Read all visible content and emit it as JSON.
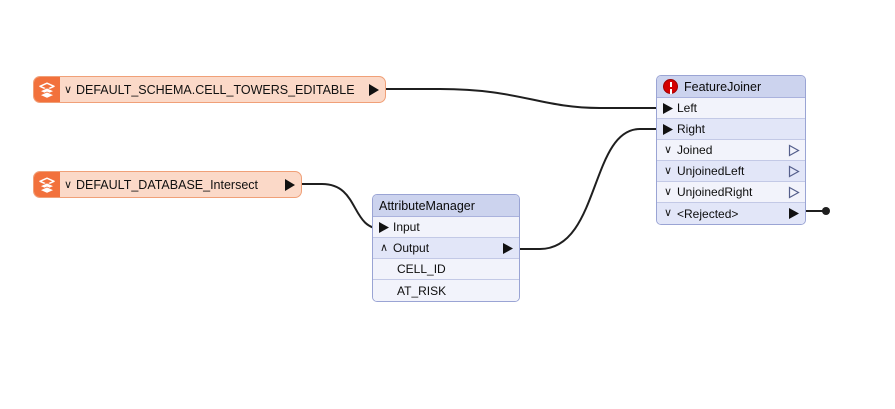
{
  "canvas": {
    "background": "#ffffff",
    "wire_color": "#1f1f1f"
  },
  "readers": [
    {
      "id": "reader-cell-towers",
      "icon": "layers-stack-icon",
      "chevron": "∨",
      "label": "DEFAULT_SCHEMA.CELL_TOWERS_EDITABLE",
      "output_port": "output-arrow-icon",
      "accent": "#f2713c",
      "body": "#fbd9c8"
    },
    {
      "id": "reader-intersect",
      "icon": "layers-stack-icon",
      "chevron": "∨",
      "label": "DEFAULT_DATABASE_Intersect",
      "output_port": "output-arrow-icon",
      "accent": "#f2713c",
      "body": "#fbd9c8"
    }
  ],
  "transformers": [
    {
      "id": "attribute-manager",
      "title": "AttributeManager",
      "has_error": false,
      "header_color": "#ccd3ee",
      "rows": [
        {
          "kind": "input",
          "chevron": "",
          "name": "Input",
          "out": "none"
        },
        {
          "kind": "output",
          "chevron": "∧",
          "name": "Output",
          "out": "filled"
        },
        {
          "kind": "attr",
          "chevron": "",
          "name": "CELL_ID",
          "out": "none"
        },
        {
          "kind": "attr",
          "chevron": "",
          "name": "AT_RISK",
          "out": "none"
        }
      ]
    },
    {
      "id": "feature-joiner",
      "title": "FeatureJoiner",
      "has_error": true,
      "error_icon": "error-exclamation-icon",
      "error_color": "#d40000",
      "header_color": "#ccd3ee",
      "rows": [
        {
          "kind": "input",
          "chevron": "",
          "name": "Left",
          "out": "none"
        },
        {
          "kind": "input",
          "chevron": "",
          "name": "Right",
          "out": "none"
        },
        {
          "kind": "output",
          "chevron": "∨",
          "name": "Joined",
          "out": "hollow"
        },
        {
          "kind": "output",
          "chevron": "∨",
          "name": "UnjoinedLeft",
          "out": "hollow"
        },
        {
          "kind": "output",
          "chevron": "∨",
          "name": "UnjoinedRight",
          "out": "hollow"
        },
        {
          "kind": "output",
          "chevron": "∨",
          "name": "<Rejected>",
          "out": "filled"
        }
      ]
    }
  ],
  "connections": [
    {
      "id": "wire-celltowers-to-left",
      "from": "reader-cell-towers",
      "to": "feature-joiner.Left"
    },
    {
      "id": "wire-intersect-to-input",
      "from": "reader-intersect",
      "to": "attribute-manager.Input"
    },
    {
      "id": "wire-output-to-right",
      "from": "attribute-manager.Output",
      "to": "feature-joiner.Right"
    },
    {
      "id": "wire-rejected-stub",
      "from": "feature-joiner.<Rejected>",
      "to": "endpoint-dot"
    }
  ]
}
